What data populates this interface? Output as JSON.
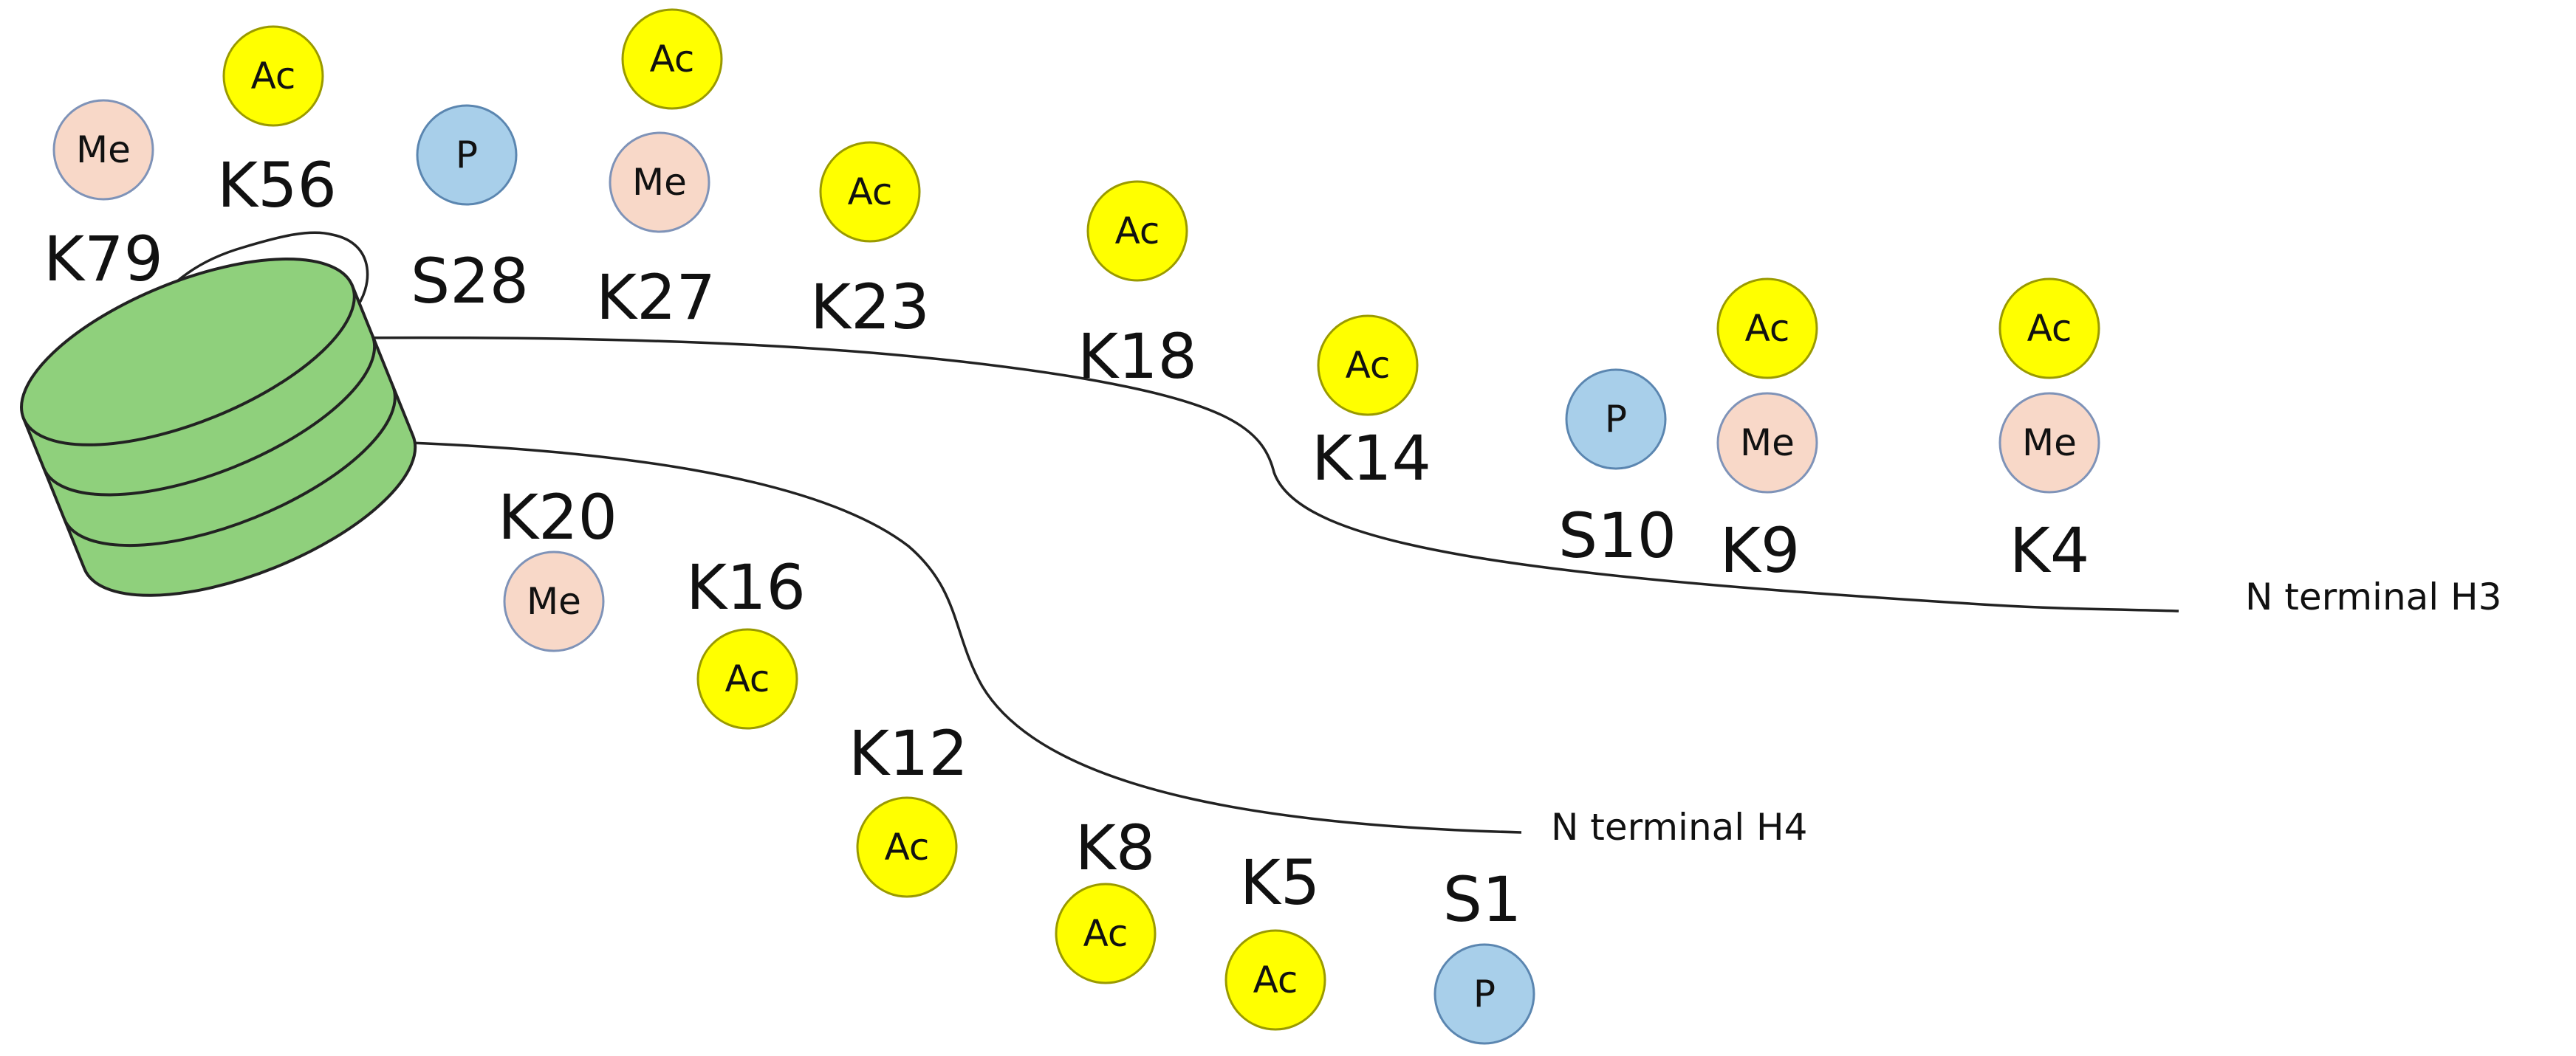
{
  "colors": {
    "acetyl": "#ffff00",
    "acetyl_stroke": "#9a9a00",
    "methyl": "#f8d8c8",
    "methyl_stroke": "#7f93b8",
    "phospho": "#a8cfea",
    "phospho_stroke": "#5b86b0",
    "nucleosome": "#8fd07c",
    "nucleosome_stroke": "#222222",
    "line": "#222222",
    "text": "#111111"
  },
  "tails": {
    "h3": "N terminal H3",
    "h4": "N terminal H4"
  },
  "marks": {
    "acetyl": "Ac",
    "methyl": "Me",
    "phospho": "P"
  },
  "sites": {
    "k79": "K79",
    "k56": "K56",
    "s28": "S28",
    "k27": "K27",
    "k23": "K23",
    "k18": "K18",
    "k14": "K14",
    "s10": "S10",
    "k9": "K9",
    "k4": "K4",
    "k20": "K20",
    "k16": "K16",
    "k12": "K12",
    "k8": "K8",
    "k5": "K5",
    "s1": "S1"
  }
}
